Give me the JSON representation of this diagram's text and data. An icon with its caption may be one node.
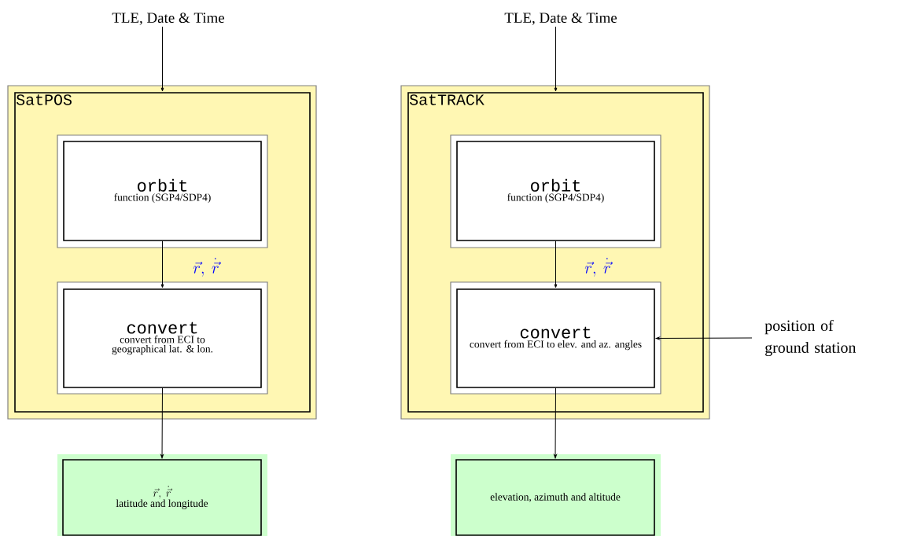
{
  "diagram": {
    "nodes": [
      {
        "text": [
          "TLE, Date & Time"
        ]
      },
      {
        "text": [
          "SatPOS"
        ]
      },
      {
        "text": [
          "orbit",
          "function (SGP4/SDP4)"
        ],
        "in": 1
      },
      {
        "text": [
          "convert",
          "convert from ECI to geographical lat. & lon."
        ],
        "in": 1
      },
      {
        "text": [
          "\\vec{r},\\ \\dot{\\vec{r}}",
          "latitude and longitude"
        ]
      },
      {
        "text": [
          "TLE, Date & Time"
        ]
      },
      {
        "text": [
          "SatTRACK"
        ]
      },
      {
        "text": [
          "orbit",
          "function (SGP4/SDP4)"
        ],
        "in": 6
      },
      {
        "text": [
          "convert",
          "convert from ECI to elev. and az. angles"
        ],
        "in": 6
      },
      {
        "text": [
          "elevation, azimuth and altitude"
        ]
      },
      {
        "text": [
          "position of ground station"
        ]
      }
    ],
    "edges": [
      {
        "from": 0,
        "to": 1,
        "arrow": "to"
      },
      {
        "from": 2,
        "to": 3,
        "arrow": "to",
        "label": "\\vec{r},\\ \\dot{\\vec{r}}"
      },
      {
        "from": 3,
        "to": 4,
        "arrow": "to"
      },
      {
        "from": 5,
        "to": 6,
        "arrow": "to"
      },
      {
        "from": 7,
        "to": 8,
        "arrow": "to",
        "label": "\\vec{r},\\ \\dot{\\vec{r}}"
      },
      {
        "from": 8,
        "to": 9,
        "arrow": "to"
      },
      {
        "from": 10,
        "to": 8,
        "arrow": "to"
      }
    ]
  }
}
